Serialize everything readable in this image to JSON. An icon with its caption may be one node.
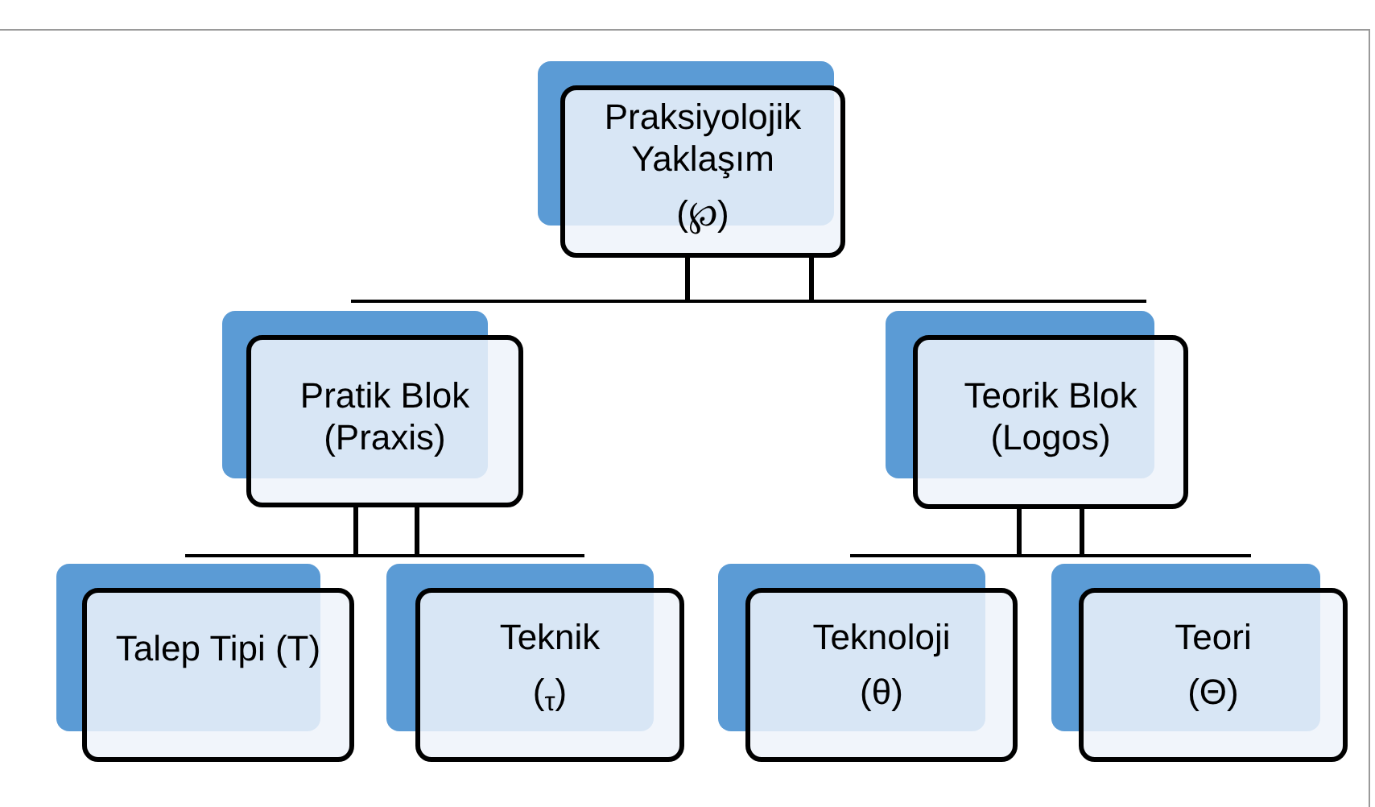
{
  "diagram": {
    "nodes": [
      {
        "text": [
          "Praksiyolojik Yaklaşım",
          "(℘)"
        ]
      },
      {
        "text": [],
        "shape": "bar"
      },
      {
        "text": [
          "Pratik Blok (Praxis)"
        ]
      },
      {
        "text": [
          "Teorik Blok (Logos)"
        ]
      },
      {
        "text": [],
        "shape": "bar"
      },
      {
        "text": [],
        "shape": "bar"
      },
      {
        "text": [
          "Talep Tipi (T)"
        ]
      },
      {
        "text": [
          "Teknik",
          "($_{τ}$)"
        ]
      },
      {
        "text": [
          "Teknoloji",
          "(θ)"
        ]
      },
      {
        "text": [
          "Teori",
          "(Θ)"
        ]
      }
    ],
    "edges": [
      {
        "from": 0,
        "to": 1,
        "arrow": "none"
      },
      {
        "from": 0,
        "to": 1,
        "arrow": "none"
      },
      {
        "from": 2,
        "to": 4,
        "arrow": "none"
      },
      {
        "from": 2,
        "to": 4,
        "arrow": "none"
      },
      {
        "from": 3,
        "to": 5,
        "arrow": "none"
      },
      {
        "from": 3,
        "to": 5,
        "arrow": "none"
      }
    ]
  }
}
